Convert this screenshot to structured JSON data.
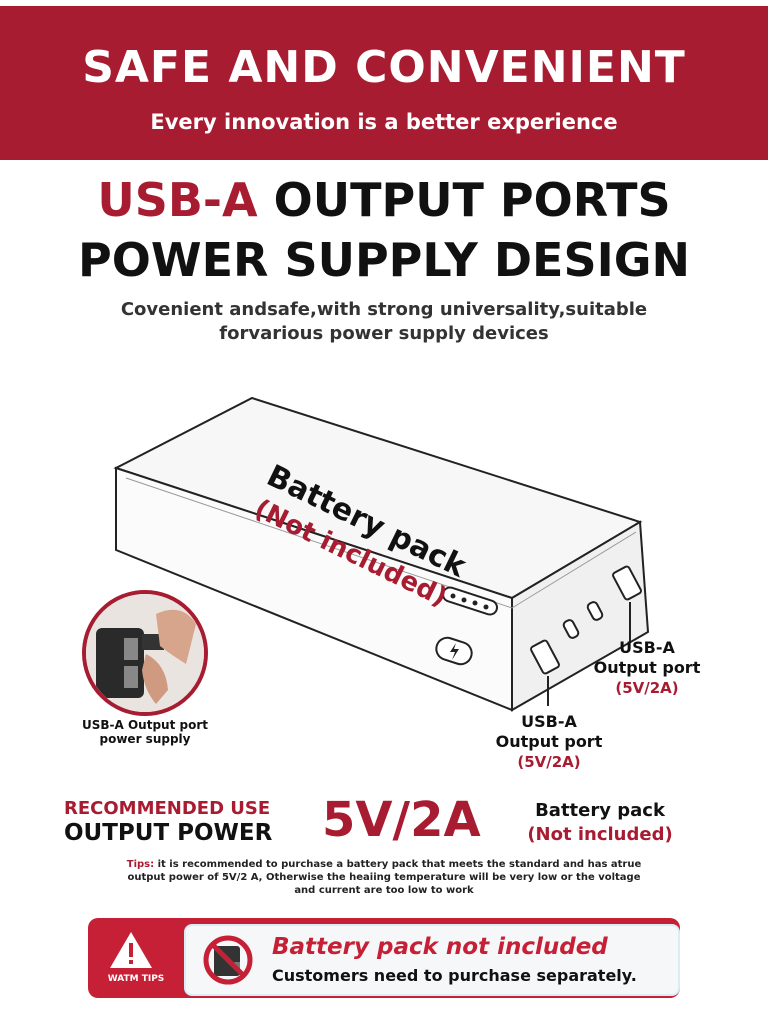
{
  "banner": {
    "title": "SAFE AND CONVENIENT",
    "subtitle": "Every innovation is a better experience"
  },
  "headline": {
    "accent": "USB-A",
    "line1_rest": " OUTPUT PORTS",
    "line2": "POWER SUPPLY DESIGN"
  },
  "description": {
    "line1": "Covenient andsafe,with strong universality,suitable",
    "line2": "forvarious power supply devices"
  },
  "device": {
    "label": "Battery pack",
    "note": "(Not included)"
  },
  "inset": {
    "line1": "USB-A Output port",
    "line2": "power supply"
  },
  "ports": {
    "right": {
      "line1": "USB-A",
      "line2": "Output port",
      "spec": "(5V/2A)"
    },
    "left": {
      "line1": "USB-A",
      "line2": "Output port",
      "spec": "(5V/2A)"
    }
  },
  "recommend": {
    "line1": "RECOMMENDED USE",
    "line2": "OUTPUT POWER",
    "value": "5V/2A",
    "battery_line1": "Battery pack",
    "battery_line2": "(Not included)"
  },
  "tips": {
    "key": "Tips:",
    "text": " it is recommended to purchase a battery pack that meets the standard and has atrue output power of 5V/2 A, Otherwise the heaiing temperature will be very low or the voltage and current are too low to work"
  },
  "warning": {
    "tag": "WATM TIPS",
    "title": "Battery pack not included",
    "subtitle": "Customers need to purchase separately."
  },
  "colors": {
    "brand_red": "#a81c32",
    "warning_red": "#c52035"
  },
  "icons": [
    "warning-triangle-icon",
    "no-battery-icon",
    "power-button-icon",
    "lightning-icon"
  ]
}
